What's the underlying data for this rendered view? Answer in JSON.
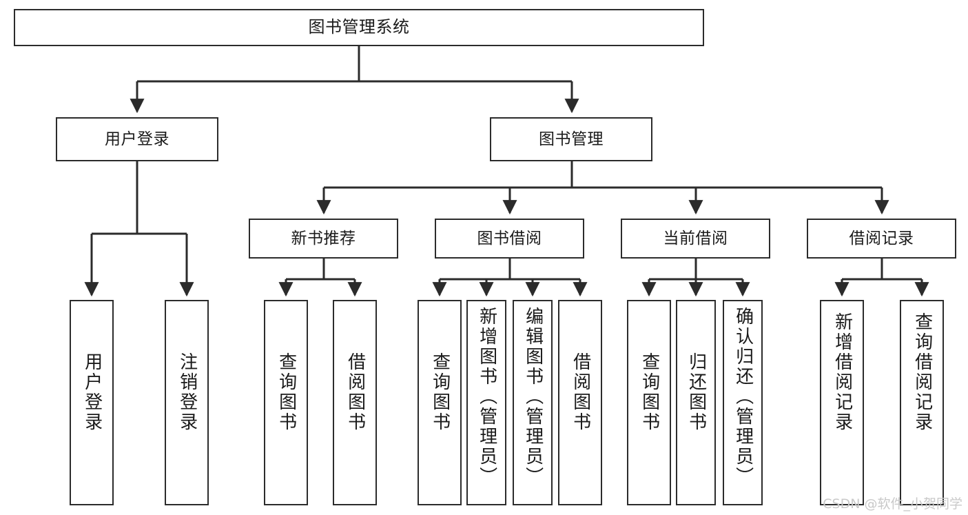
{
  "diagram": {
    "title": "图书管理系统",
    "type": "tree-hierarchy-chart",
    "stroke_color": "#2b2b2b",
    "fill_color": "#ffffff",
    "text_color": "#1a1a1a"
  },
  "root": {
    "label": "图书管理系统"
  },
  "level2": [
    {
      "label": "用户登录"
    },
    {
      "label": "图书管理"
    }
  ],
  "level3": [
    {
      "label": "新书推荐"
    },
    {
      "label": "图书借阅"
    },
    {
      "label": "当前借阅"
    },
    {
      "label": "借阅记录"
    }
  ],
  "leaves": {
    "user_login": [
      {
        "label": "用户登录"
      },
      {
        "label": "注销登录"
      }
    ],
    "new_book": [
      {
        "label": "查询图书"
      },
      {
        "label": "借阅图书"
      }
    ],
    "book_borrow": [
      {
        "label": "查询图书"
      },
      {
        "label": "新增图书（管理员）"
      },
      {
        "label": "编辑图书（管理员）"
      },
      {
        "label": "借阅图书"
      }
    ],
    "current_borrow": [
      {
        "label": "查询图书"
      },
      {
        "label": "归还图书"
      },
      {
        "label": "确认归还（管理员）"
      }
    ],
    "borrow_record": [
      {
        "label": "新增借阅记录"
      },
      {
        "label": "查询借阅记录"
      }
    ]
  },
  "watermark": {
    "text": "CSDN @软件_小贺同学"
  }
}
